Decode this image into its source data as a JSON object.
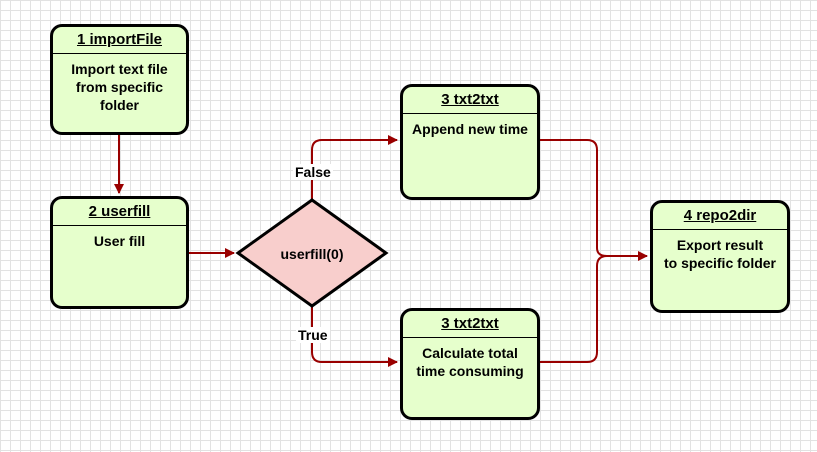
{
  "nodes": {
    "import_file": {
      "title": "1 importFile",
      "body": "Import text file\nfrom specific\nfolder"
    },
    "userfill": {
      "title": "2 userfill",
      "body": "User fill"
    },
    "txt2txt_top": {
      "title": "3 txt2txt",
      "body": "Append new time"
    },
    "txt2txt_bottom": {
      "title": "3 txt2txt",
      "body": "Calculate total\ntime consuming"
    },
    "repo2dir": {
      "title": "4 repo2dir",
      "body": "Export result\nto specific folder"
    }
  },
  "decision": {
    "label": "userfill(0)"
  },
  "edges": {
    "false_label": "False",
    "true_label": "True"
  },
  "colors": {
    "node_fill": "#e6ffcc",
    "decision_fill": "#f8cecc",
    "edge": "#990000",
    "border": "#000000"
  }
}
